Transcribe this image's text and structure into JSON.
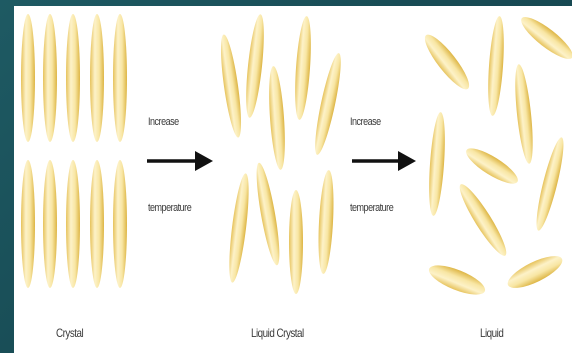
{
  "arrows": [
    {
      "line1": "Increase",
      "line2": "temperature"
    },
    {
      "line1": "Increase",
      "line2": "temperature"
    }
  ],
  "phases": [
    {
      "label": "Crystal"
    },
    {
      "label": "Liquid Crystal"
    },
    {
      "label": "Liquid"
    }
  ],
  "colors": {
    "background": "#1d5660",
    "panel": "#ffffff",
    "molecule_light": "#fbeebd",
    "molecule_dark": "#e2bb4a",
    "arrow": "#111111"
  }
}
